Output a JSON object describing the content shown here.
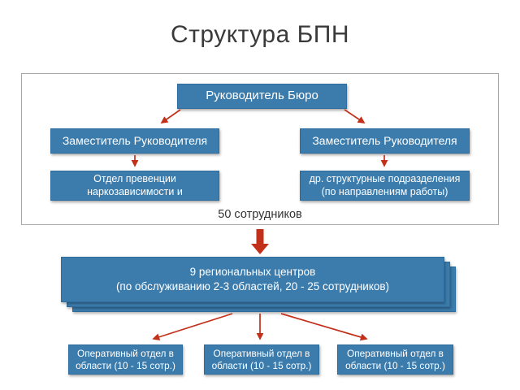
{
  "slide": {
    "title": "Структура БПН"
  },
  "org": {
    "head": {
      "label": "Руководитель Бюро"
    },
    "deputies": [
      {
        "label": "Заместитель Руководителя"
      },
      {
        "label": "Заместитель Руководителя"
      }
    ],
    "departments": [
      {
        "line1": "Отдел превенции",
        "line2": "наркозависимости и"
      },
      {
        "line1": "др. структурные подразделения",
        "line2": "(по направлениям работы)"
      }
    ],
    "staff_note": "50 сотрудников",
    "regional_centers": {
      "line1": "9 региональных центров",
      "line2": "(по обслуживанию 2-3 областей, 20 - 25 сотрудников)"
    },
    "operational_departments": [
      {
        "line1": "Оперативный отдел в",
        "line2": "области (10 - 15 сотр.)"
      },
      {
        "line1": "Оперативный отдел в",
        "line2": "области (10 - 15 сотр.)"
      },
      {
        "line1": "Оперативный отдел в",
        "line2": "области (10 - 15 сотр.)"
      }
    ]
  },
  "colors": {
    "box_blue": "#3b7cad",
    "box_border": "#2e6d9e",
    "arrow_red": "#c2301a",
    "frame_border": "#a9a9a9",
    "title_text": "#3a3a3a"
  }
}
